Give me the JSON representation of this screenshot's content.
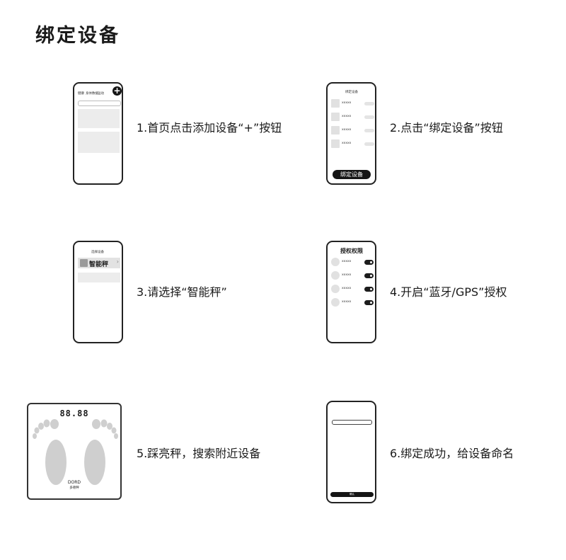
{
  "page": {
    "title": "绑定设备"
  },
  "steps": [
    {
      "caption": "1.首页点击添加设备“+”按钮"
    },
    {
      "caption": "2.点击“绑定设备”按钮"
    },
    {
      "caption": "3.请选择“智能秤”"
    },
    {
      "caption": "4.开启“蓝牙/GPS”授权"
    },
    {
      "caption": "5.踩亮秤，搜索附近设备"
    },
    {
      "caption": "6.绑定成功，给设备命名"
    }
  ],
  "phone1": {
    "tabs": [
      "健康",
      "身体数据",
      "运动"
    ],
    "add_icon": "+"
  },
  "phone2": {
    "header": "绑定设备",
    "items": [
      "xxxxx",
      "xxxxx",
      "xxxxx",
      "xxxxx"
    ],
    "button": "绑定设备"
  },
  "phone3": {
    "header": "选择设备",
    "item": "智能秤",
    "arrow": "›"
  },
  "phone4": {
    "header": "授权权限",
    "items": [
      "xxxxx",
      "xxxxx",
      "xxxxx",
      "xxxxx"
    ]
  },
  "phone6": {
    "button": "确认"
  },
  "scale": {
    "display": "88.88",
    "brand": "DORD",
    "brand_sub": "多德秤"
  }
}
